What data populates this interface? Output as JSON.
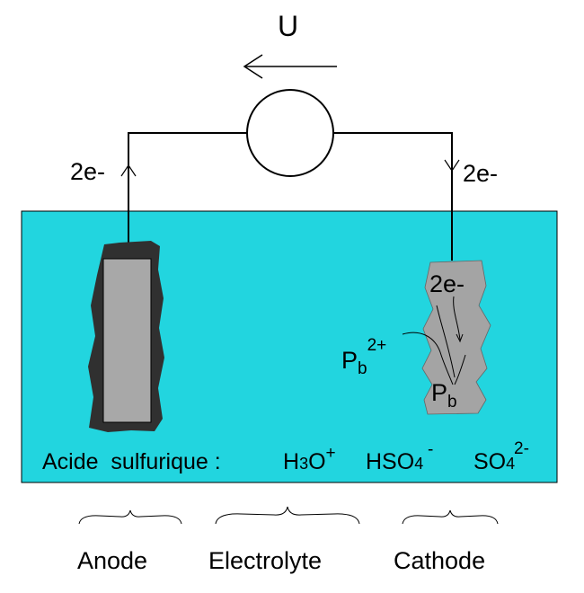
{
  "colors": {
    "electrolyte": "#22d5df",
    "anode_coating": "#303030",
    "anode_plate": "#a8a8a8",
    "cathode": "#a4a4a4",
    "line": "#000000"
  },
  "circuit": {
    "source_label": "U",
    "left_electrons": "2e-",
    "right_electrons": "2e-"
  },
  "cathode": {
    "electrons": "2e-",
    "ion_base": "P",
    "ion_sub": "b",
    "ion_charge": "2+",
    "metal_base": "P",
    "metal_sub": "b"
  },
  "electrolyte": {
    "name": "Acide  sulfurique :",
    "ion1_base": "H",
    "ion1_num": "3",
    "ion1_o": "O",
    "ion1_charge": "+",
    "ion2_base": "HSO",
    "ion2_sub": "4",
    "ion2_charge": "-",
    "ion3_base": "SO",
    "ion3_sub": "4",
    "ion3_charge": "2-"
  },
  "bottom_labels": {
    "anode": "Anode",
    "electrolyte": "Electrolyte",
    "cathode": "Cathode"
  }
}
